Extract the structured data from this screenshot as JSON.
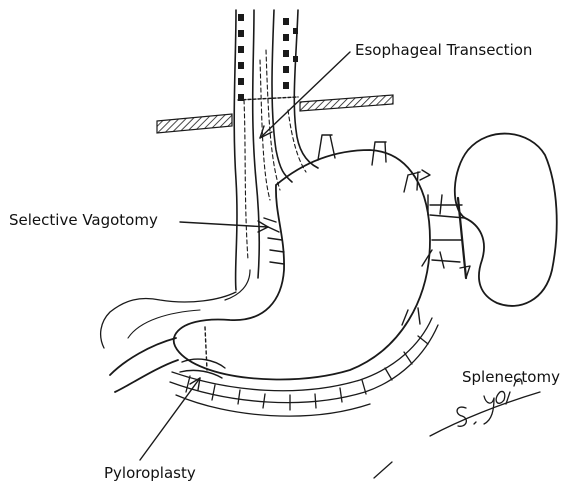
{
  "labels": {
    "esophageal_transection": "Esophageal Transection",
    "selective_vagotomy": "Selective Vagotomy",
    "splenectomy": "Splenectomy",
    "pyloroplasty": "Pyloroplasty"
  },
  "signature": "S. Yoshi",
  "colors": {
    "ink": "#1a1a1a",
    "background": "#ffffff"
  }
}
